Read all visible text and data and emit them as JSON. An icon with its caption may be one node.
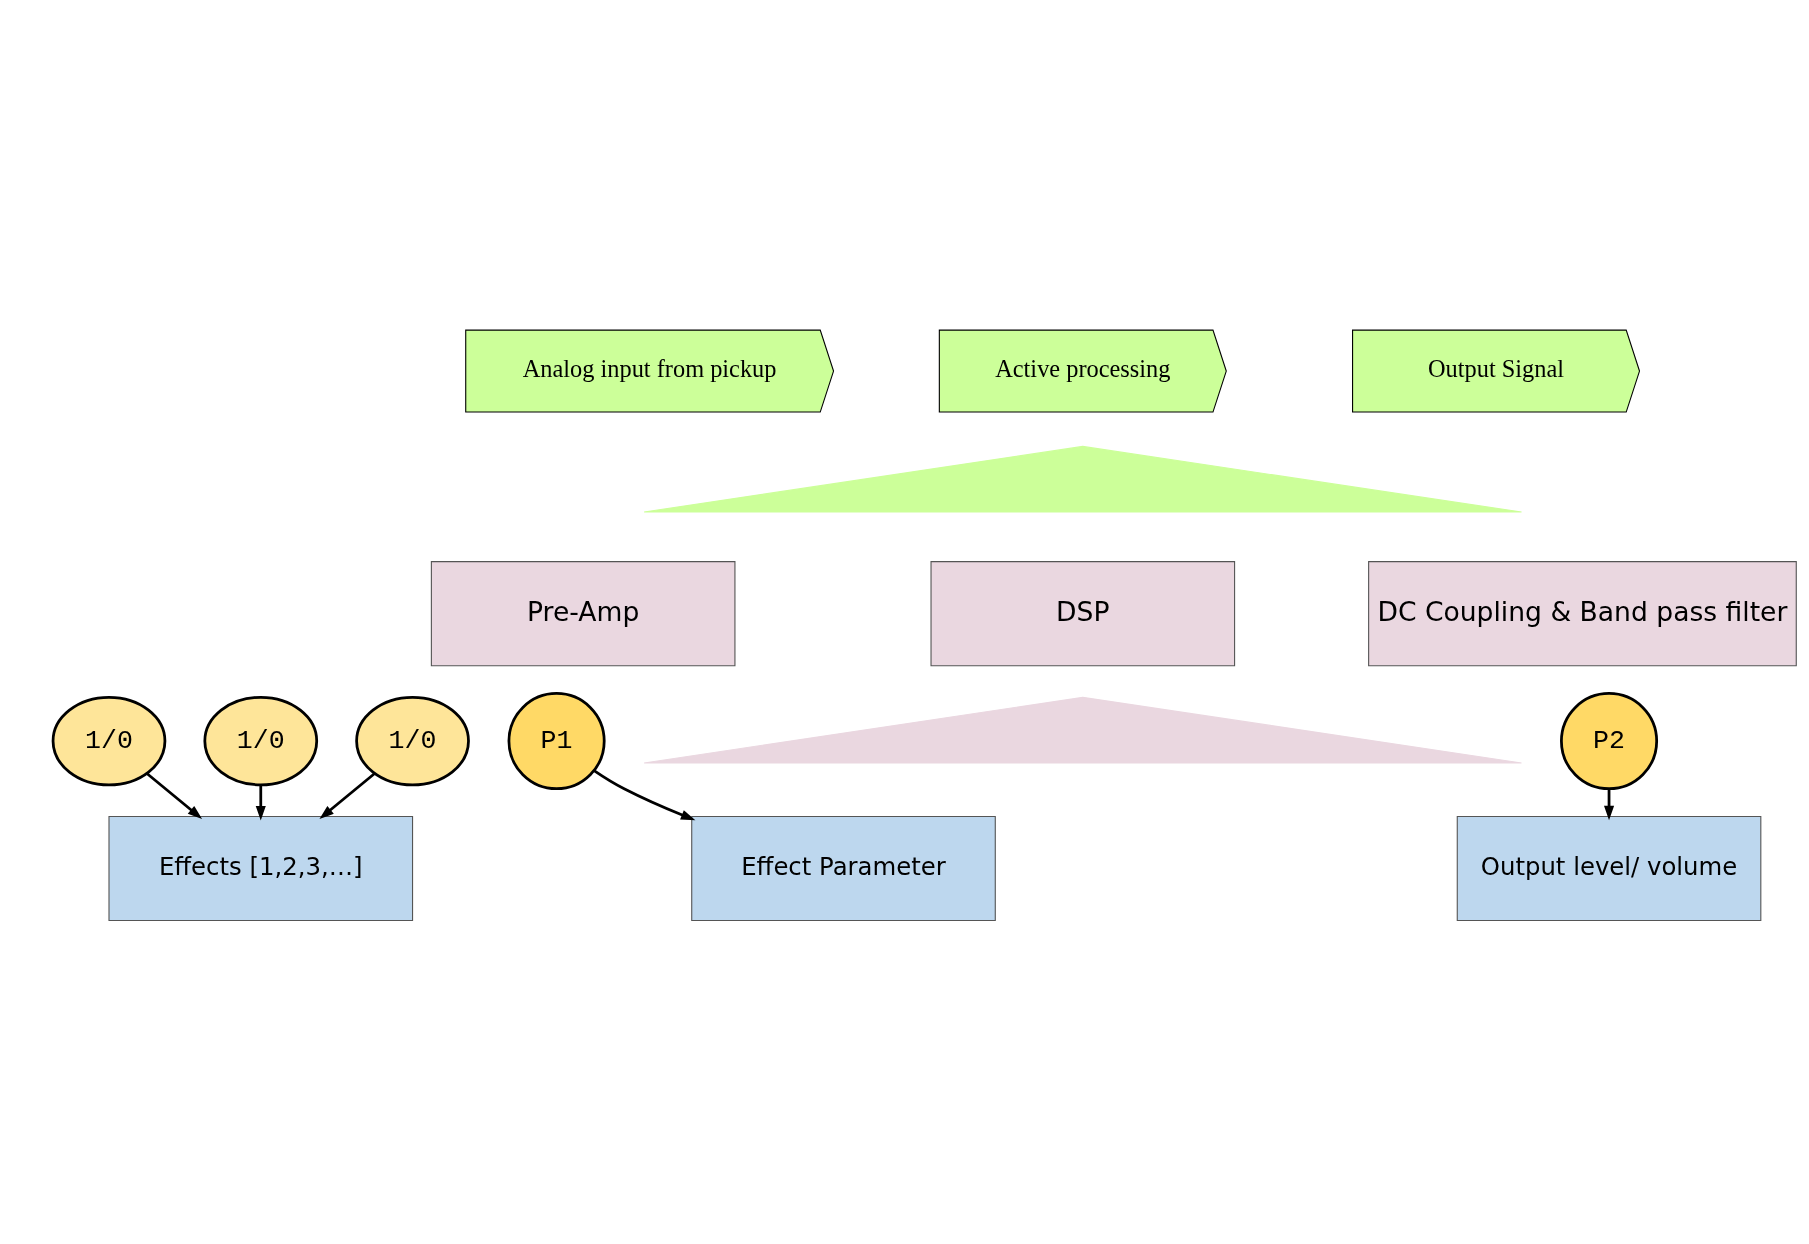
{
  "diagram": {
    "nodes": [
      {
        "text": [
          "Analog input from pickup"
        ]
      },
      {
        "text": [
          "Active processing"
        ]
      },
      {
        "text": [
          "Output Signal"
        ]
      },
      {
        "text": [],
        "shape": "triangle"
      },
      {
        "text": [
          "Pre-Amp"
        ]
      },
      {
        "text": [
          "DSP"
        ]
      },
      {
        "text": [
          "DC Coupling & Band pass filter"
        ]
      },
      {
        "text": [],
        "shape": "triangle"
      },
      {
        "text": [
          "Effects [1,2,3,…]"
        ]
      },
      {
        "text": [
          "Effect Parameter"
        ]
      },
      {
        "text": [
          "Output level/ volume"
        ]
      },
      {
        "text": [
          "1/0"
        ]
      },
      {
        "text": [
          "1/0"
        ]
      },
      {
        "text": [
          "1/0"
        ]
      },
      {
        "text": [
          "P1"
        ]
      },
      {
        "text": [
          "P2"
        ]
      }
    ],
    "edges": [
      {
        "from": 11,
        "to": 8,
        "arrow": "to"
      },
      {
        "from": 12,
        "to": 8,
        "arrow": "to"
      },
      {
        "from": 13,
        "to": 8,
        "arrow": "to"
      },
      {
        "from": 14,
        "to": 9,
        "arrow": "to"
      },
      {
        "from": 15,
        "to": 10,
        "arrow": "to"
      }
    ]
  }
}
